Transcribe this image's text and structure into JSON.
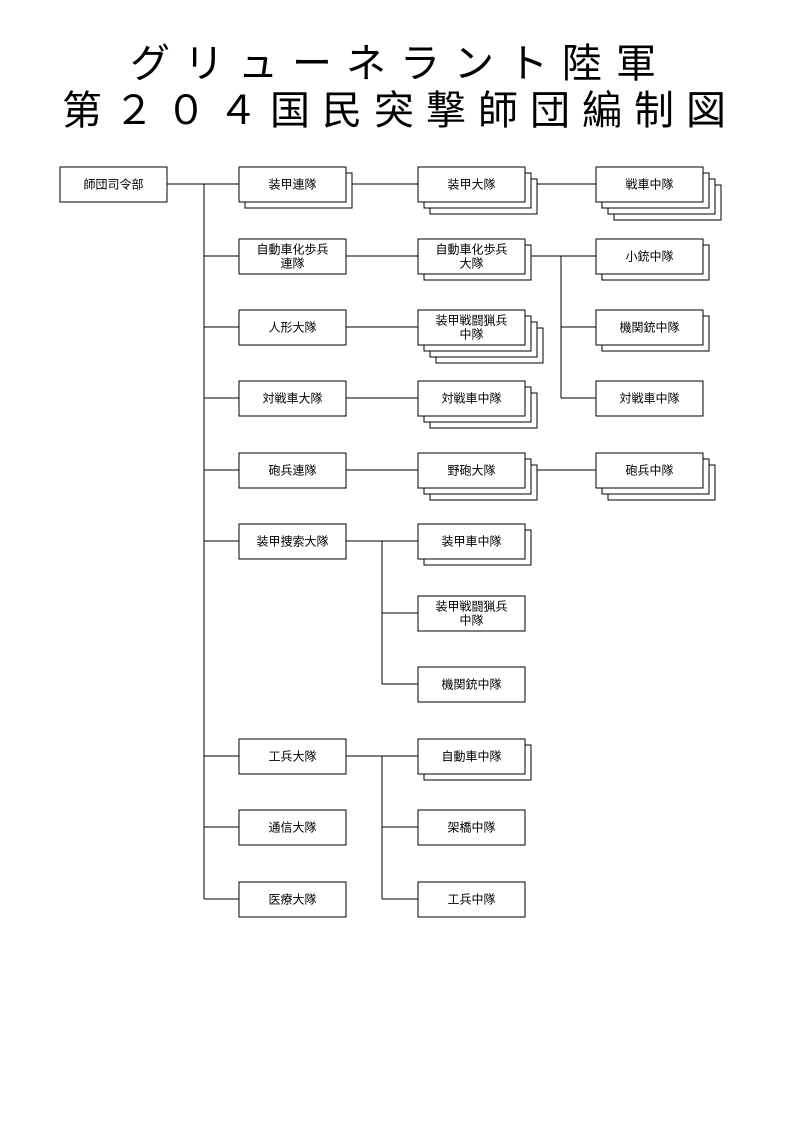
{
  "title": {
    "line1": "グリューネラント陸軍",
    "line2": "第２０４国民突撃師団編制図"
  },
  "units": {
    "hq": "師団司令部",
    "armor_regiment": "装甲連隊",
    "armor_battalion": "装甲大隊",
    "tank_company": "戦車中隊",
    "motor_inf_regiment": [
      "自動車化歩兵",
      "連隊"
    ],
    "motor_inf_battalion": [
      "自動車化歩兵",
      "大隊"
    ],
    "rifle_company": "小銃中隊",
    "doll_battalion": "人形大隊",
    "armor_grenadier_company_1": [
      "装甲戦闘猟兵",
      "中隊"
    ],
    "mg_company_1": "機関銃中隊",
    "antitank_battalion": "対戦車大隊",
    "antitank_company_1": "対戦車中隊",
    "antitank_company_2": "対戦車中隊",
    "artillery_regiment": "砲兵連隊",
    "field_gun_battalion": "野砲大隊",
    "artillery_company": "砲兵中隊",
    "armor_recon_battalion": "装甲捜索大隊",
    "armored_car_company": "装甲車中隊",
    "armor_grenadier_company_2": [
      "装甲戦闘猟兵",
      "中隊"
    ],
    "mg_company_2": "機関銃中隊",
    "engineer_battalion": "工兵大隊",
    "motor_company": "自動車中隊",
    "bridging_company": "架橋中隊",
    "engineer_company": "工兵中隊",
    "signal_battalion": "通信大隊",
    "medical_battalion": "医療大隊"
  }
}
